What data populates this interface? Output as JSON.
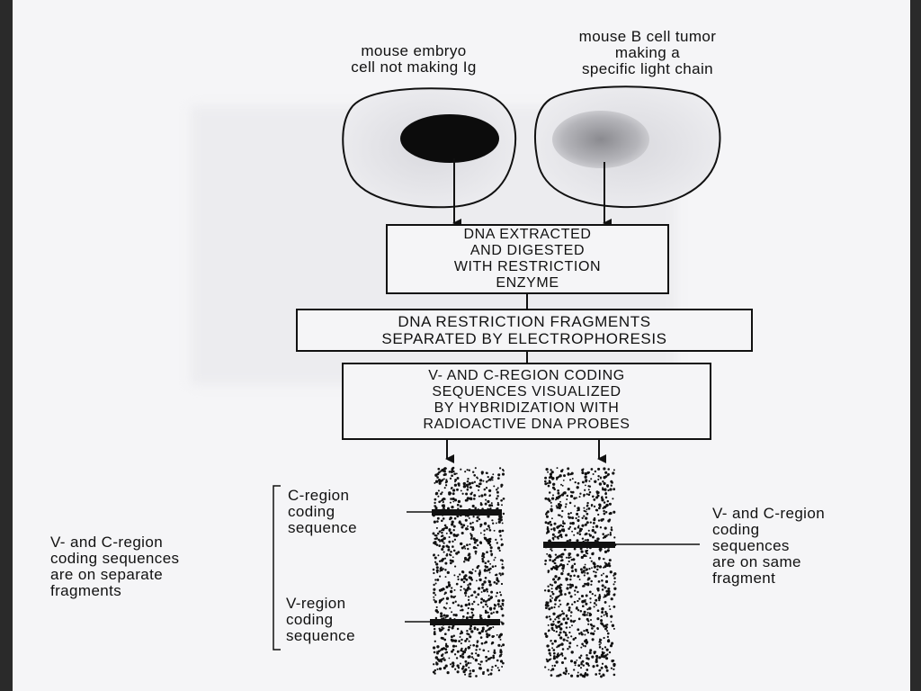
{
  "cells": {
    "embryo_label": [
      "mouse embryo",
      "cell not making Ig"
    ],
    "tumor_label": [
      "mouse B cell tumor",
      "making a",
      "specific light chain"
    ]
  },
  "steps": {
    "step1": [
      "DNA EXTRACTED",
      "AND DIGESTED",
      "WITH RESTRICTION",
      "ENZYME"
    ],
    "step2": [
      "DNA RESTRICTION FRAGMENTS",
      "SEPARATED BY ELECTROPHORESIS"
    ],
    "step3": [
      "V- AND C-REGION CODING",
      "SEQUENCES VISUALIZED",
      "BY HYBRIDIZATION WITH",
      "RADIOACTIVE DNA PROBES"
    ]
  },
  "gel": {
    "c_region_label": [
      "C-region",
      "coding",
      "sequence"
    ],
    "v_region_label": [
      "V-region",
      "coding",
      "sequence"
    ],
    "left_result": [
      "V- and C-region",
      "coding sequences",
      "are on separate",
      "fragments"
    ],
    "right_result": [
      "V- and C-region",
      "coding",
      "sequences",
      "are on same",
      "fragment"
    ]
  }
}
